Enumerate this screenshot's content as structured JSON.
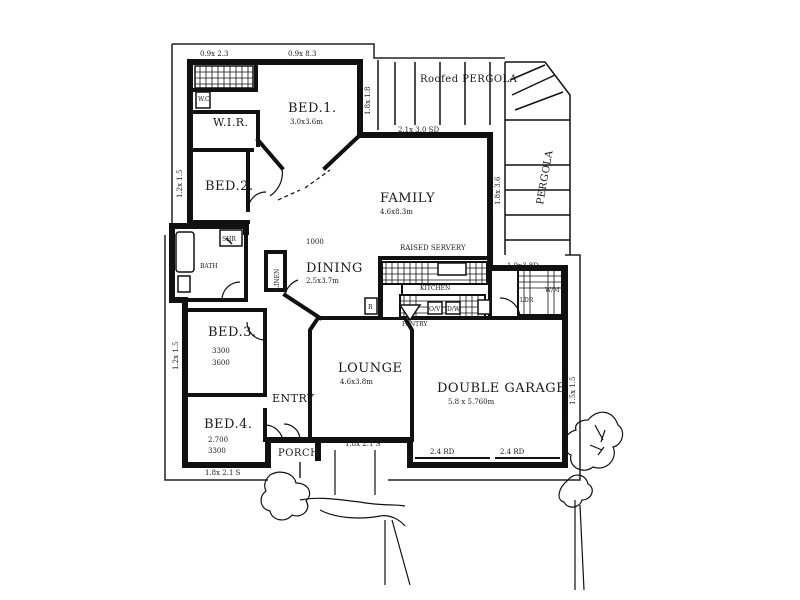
{
  "rooms": {
    "bed1": {
      "name": "BED.1.",
      "size": "3.0x3.6m"
    },
    "wir": {
      "name": "W.I.R."
    },
    "bed2": {
      "name": "BED.2."
    },
    "family": {
      "name": "FAMILY",
      "size": "4.6x8.3m"
    },
    "dining": {
      "name": "DINING",
      "size": "2.5x3.7m"
    },
    "bed3": {
      "name": "BED.3.",
      "size_w": "3300",
      "size_l": "3600"
    },
    "bed4": {
      "name": "BED.4.",
      "size_w": "2.700",
      "size_l": "3300"
    },
    "lounge": {
      "name": "LOUNGE",
      "size": "4.6x3.8m"
    },
    "garage": {
      "name": "DOUBLE GARAGE",
      "size": "5.8 x 5.760m"
    },
    "entry": {
      "name": "ENTRY"
    },
    "porch": {
      "name": "PORCH"
    },
    "pergola": {
      "name": "Roofed PERGOLA"
    },
    "pergola_side": {
      "name": "PERGOLA"
    },
    "laundry": {
      "name": "LDR"
    },
    "bath": {
      "name": "BATH"
    },
    "kitchen": {
      "name": "KITCHEN"
    }
  },
  "notes": {
    "raised_servery": "RAISED SERVERY",
    "ceiling": "1000",
    "door_left": "2.4 RD",
    "door_right": "2.4 RD",
    "step": "1.9x3.8D",
    "dim_top1": "0.9x 2.3",
    "dim_top2": "0.9x 8.3",
    "dim_family_top": "2.1x 3.0 SD",
    "dim_family_right": "1.8x 3.6",
    "dim_bed1_right": "1.8x 1.8",
    "dim_bed2_left": "1.2x 1.5",
    "dim_bed3_left": "1.2x 1.5",
    "dim_garage_right": "1.5x 1.5",
    "dim_lounge_bottom": "1.8x 2.1 S",
    "dim_bed4_bottom": "1.8x 2.1 S",
    "linen": "LINEN",
    "pantry": "PANTRY",
    "wc": "W.C",
    "shr": "SHR",
    "fridge": "R",
    "ov": "O/V",
    "dw": "D/W",
    "wm": "W/M"
  }
}
